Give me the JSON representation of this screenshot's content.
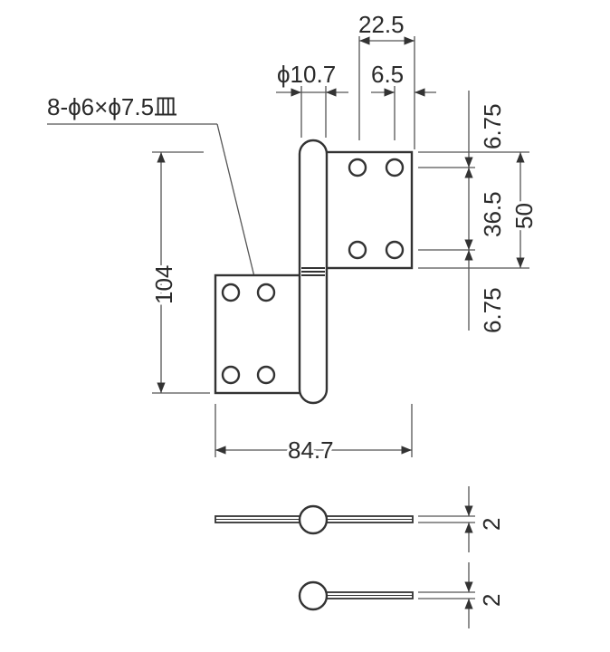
{
  "drawing": {
    "hole_callout": "8-ϕ6×ϕ7.5皿",
    "dimensions": {
      "leaf_offset": "22.5",
      "pin_diameter": "ϕ10.7",
      "hole_spacing_h": "6.5",
      "top_margin": "6.75",
      "hole_pitch_v": "36.5",
      "leaf_height": "50",
      "bottom_margin": "6.75",
      "total_height": "104",
      "total_width": "84.7",
      "thickness_a": "2",
      "thickness_b": "2"
    }
  }
}
